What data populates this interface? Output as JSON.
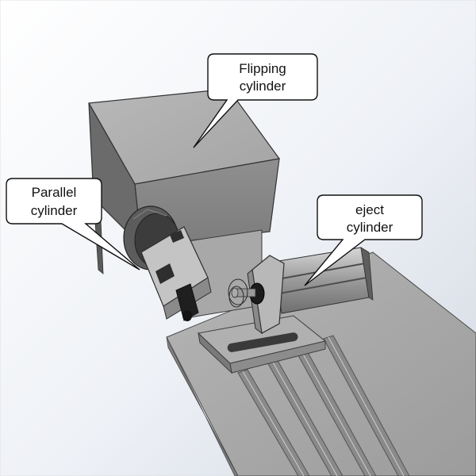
{
  "callouts": {
    "flipping": {
      "line1": "Flipping",
      "line2": "cylinder"
    },
    "parallel": {
      "line1": "Parallel",
      "line2": "cylinder"
    },
    "eject": {
      "line1": "eject",
      "line2": "cylinder"
    }
  }
}
